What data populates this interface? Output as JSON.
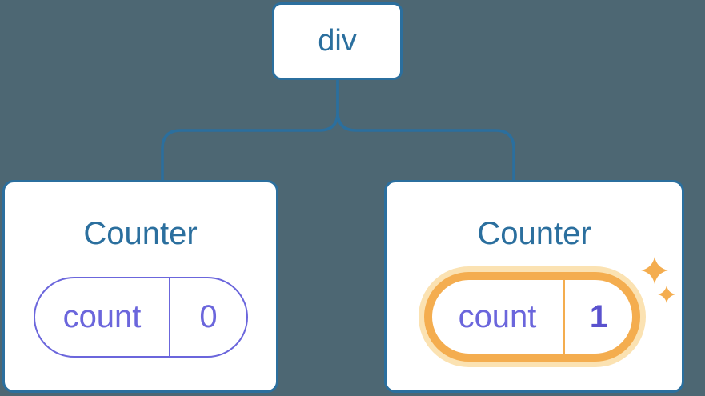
{
  "diagram": {
    "background_color": "#4D6773",
    "accent_blue": "#2B6F9E",
    "accent_purple": "#6B66DC",
    "value_purple": "#5A52CE",
    "highlight_orange": "#F4AD4F",
    "highlight_halo": "#FBE2B2",
    "root": {
      "label": "div"
    },
    "children": [
      {
        "title": "Counter",
        "state": {
          "name": "count",
          "value": "0"
        },
        "highlighted": false
      },
      {
        "title": "Counter",
        "state": {
          "name": "count",
          "value": "1"
        },
        "highlighted": true
      }
    ]
  }
}
